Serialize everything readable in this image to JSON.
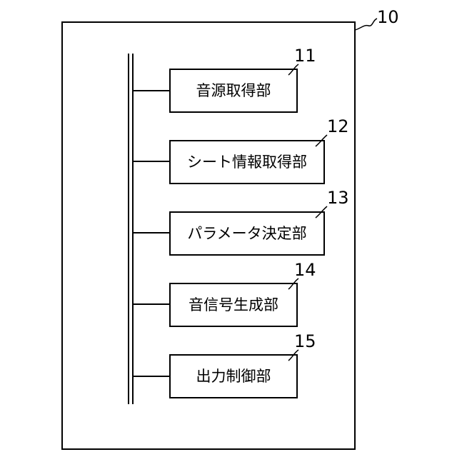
{
  "device": {
    "ref": "10"
  },
  "blocks": [
    {
      "ref": "11",
      "label": "音源取得部"
    },
    {
      "ref": "12",
      "label": "シート情報取得部"
    },
    {
      "ref": "13",
      "label": "パラメータ決定部"
    },
    {
      "ref": "14",
      "label": "音信号生成部"
    },
    {
      "ref": "15",
      "label": "出力制御部"
    }
  ]
}
